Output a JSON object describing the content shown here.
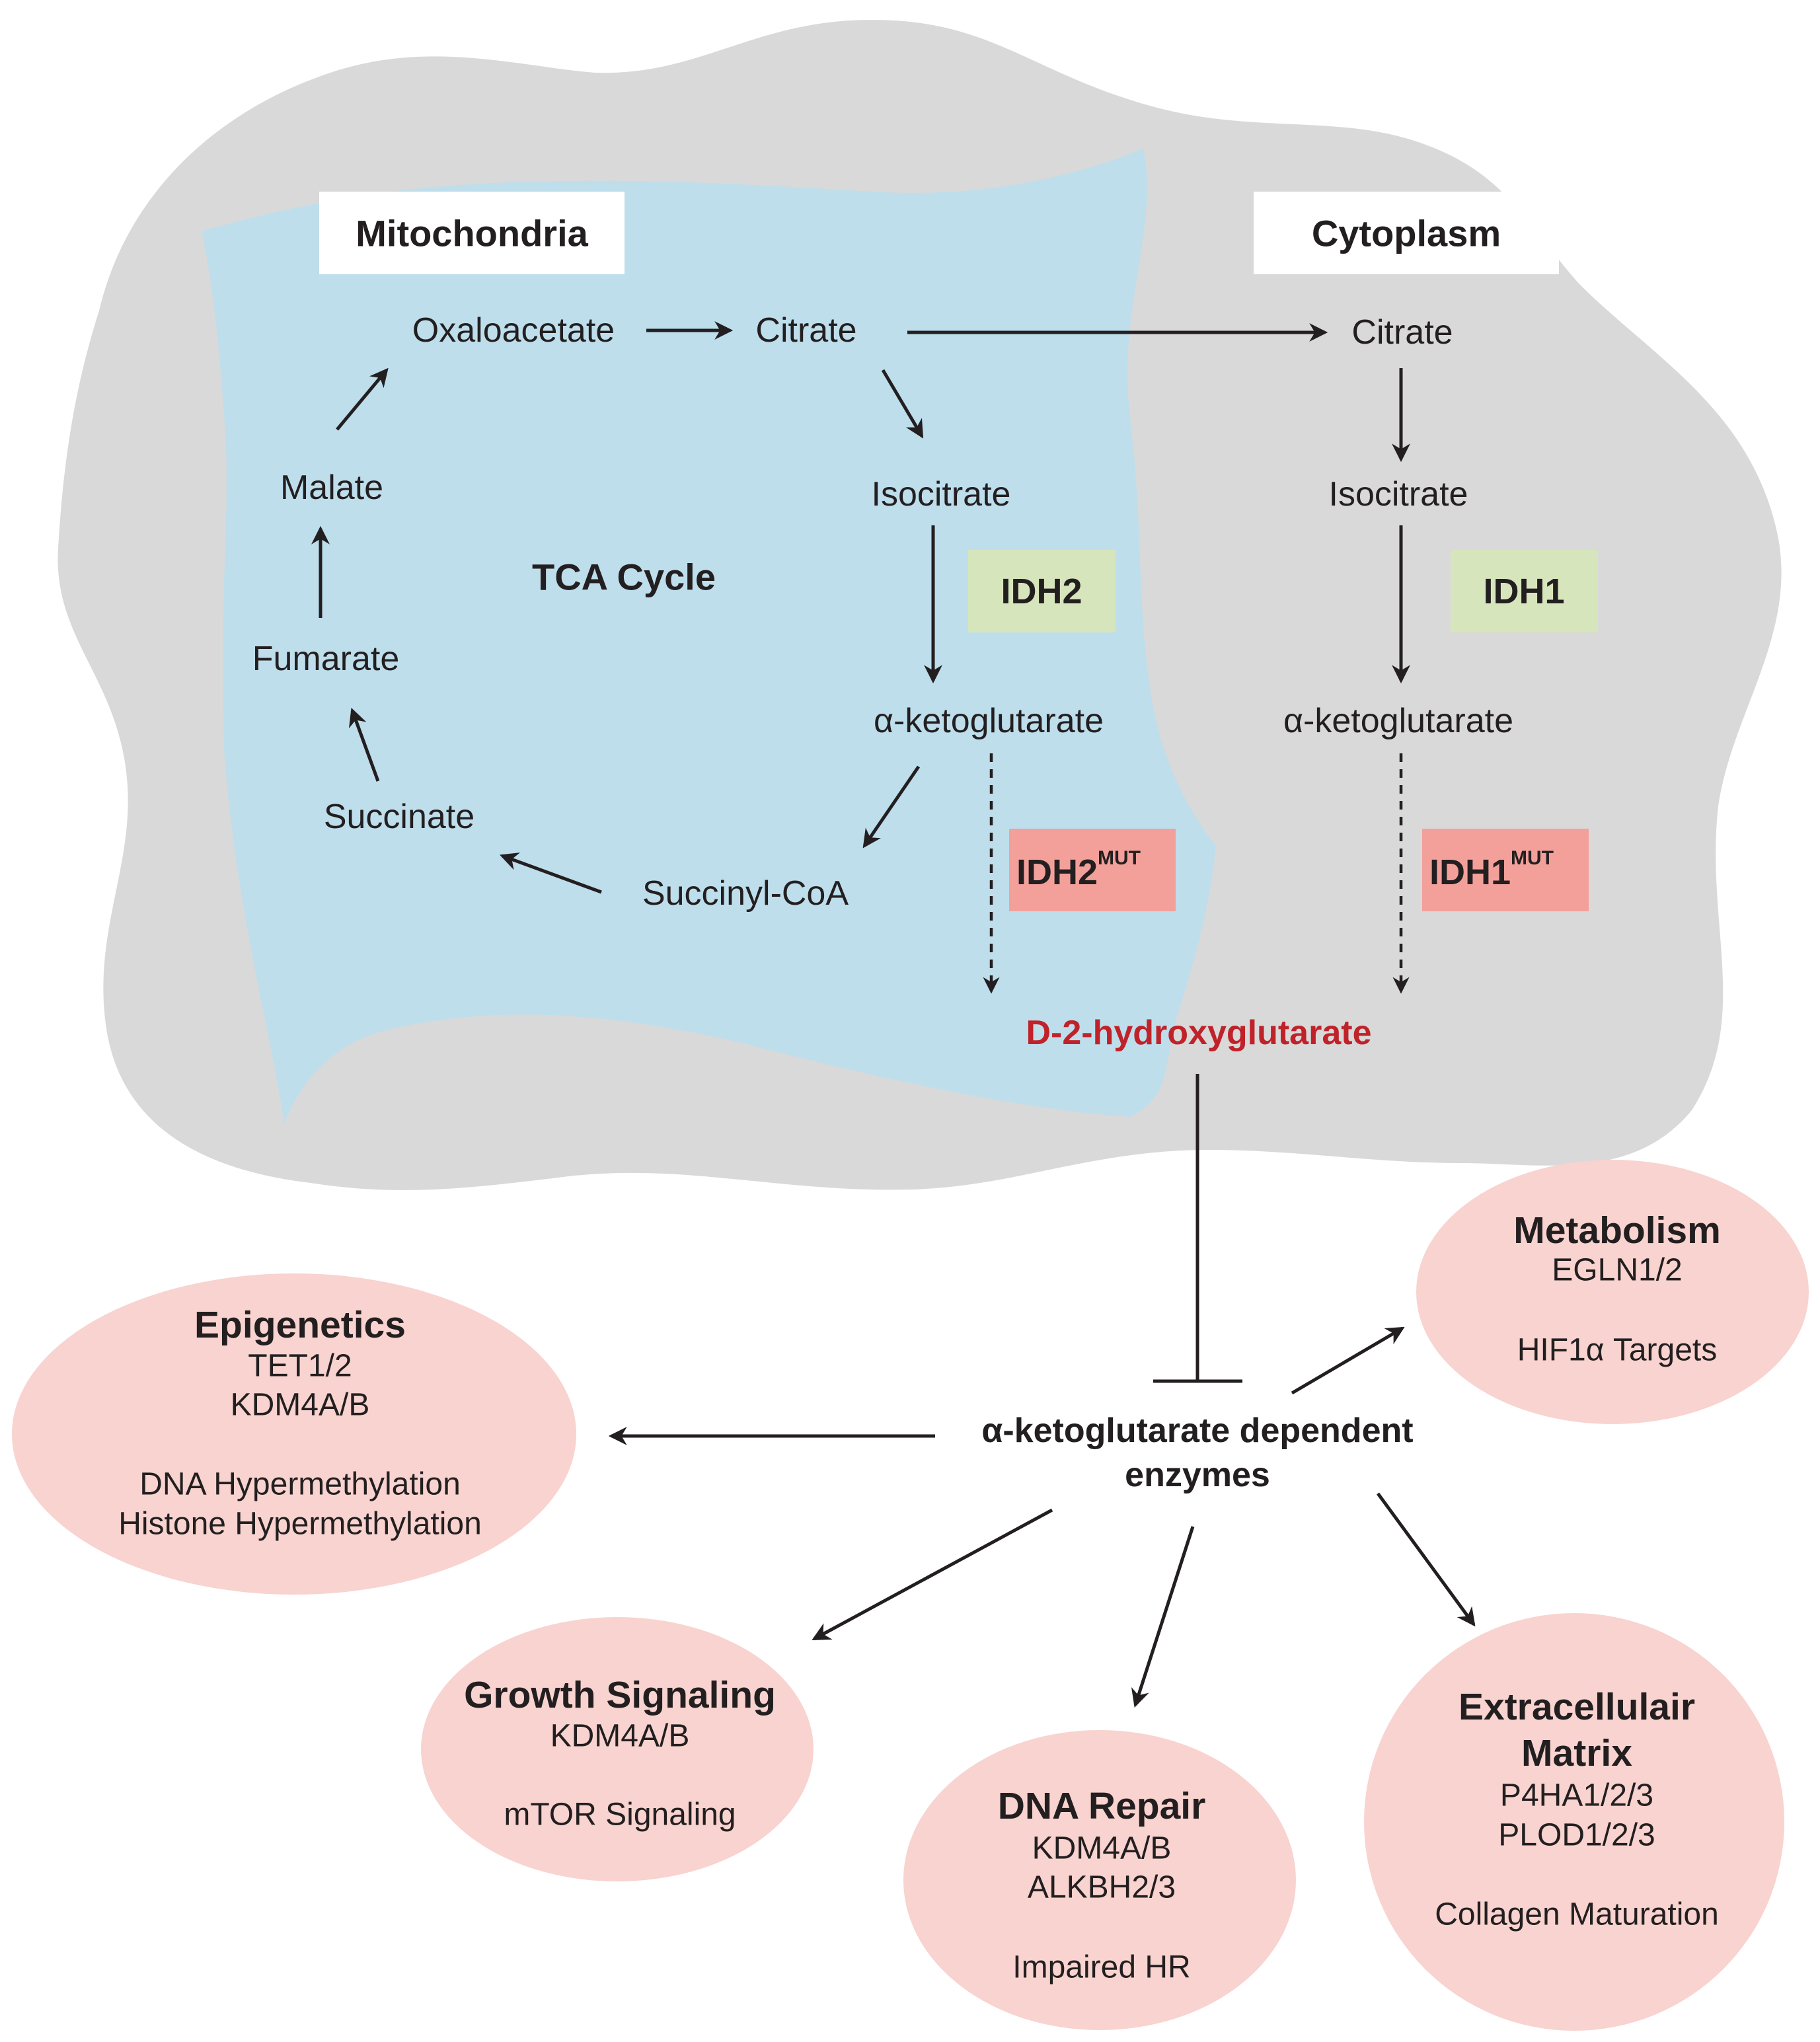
{
  "colors": {
    "cell": "#d9d9d9",
    "mitochondria": "#bedeec",
    "idh_wt": "#d7e5bc",
    "idh_mut": "#f3a09b",
    "outcome": "#f8d3cf",
    "product": "#c0222a",
    "text": "#231f20"
  },
  "compartments": {
    "mitochondria": "Mitochondria",
    "cytoplasm": "Cytoplasm"
  },
  "mito": {
    "cycle_label": "TCA Cycle",
    "oxaloacetate": "Oxaloacetate",
    "citrate": "Citrate",
    "isocitrate": "Isocitrate",
    "akg": "α-ketoglutarate",
    "succinyl_coa": "Succinyl-CoA",
    "succinate": "Succinate",
    "fumarate": "Fumarate",
    "malate": "Malate",
    "enzyme": "IDH2",
    "mutant": "IDH2",
    "mutant_sup": "MUT"
  },
  "cyto": {
    "citrate": "Citrate",
    "isocitrate": "Isocitrate",
    "akg": "α-ketoglutarate",
    "enzyme": "IDH1",
    "mutant": "IDH1",
    "mutant_sup": "MUT"
  },
  "product": "D-2-hydroxyglutarate",
  "hub": {
    "line1": "α-ketoglutarate dependent",
    "line2": "enzymes"
  },
  "outcomes": {
    "metabolism": {
      "title": "Metabolism",
      "lines": [
        "EGLN1/2",
        "",
        "HIF1α Targets"
      ]
    },
    "epigenetics": {
      "title": "Epigenetics",
      "lines": [
        "TET1/2",
        "KDM4A/B",
        "",
        "DNA Hypermethylation",
        "Histone Hypermethylation"
      ]
    },
    "growth": {
      "title": "Growth Signaling",
      "lines": [
        "KDM4A/B",
        "",
        "mTOR Signaling"
      ]
    },
    "dna_repair": {
      "title": "DNA Repair",
      "lines": [
        "KDM4A/B",
        "ALKBH2/3",
        "",
        "Impaired HR"
      ]
    },
    "ecm": {
      "title_lines": [
        "Extracellulair",
        "Matrix"
      ],
      "lines": [
        "P4HA1/2/3",
        "PLOD1/2/3",
        "",
        "Collagen Maturation"
      ]
    }
  }
}
